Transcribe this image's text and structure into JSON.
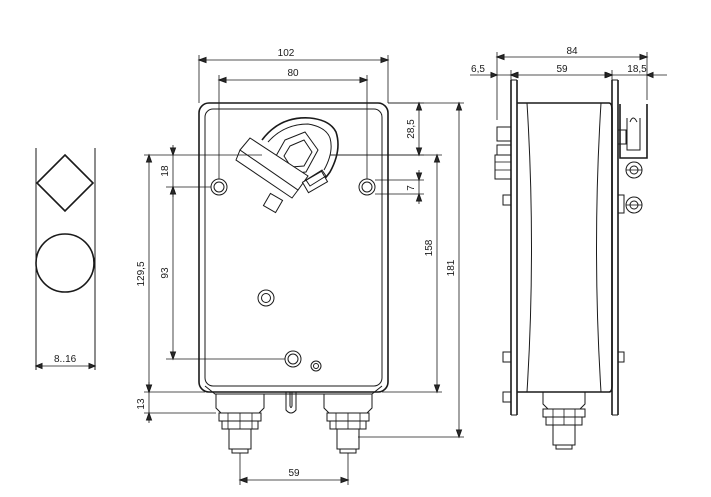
{
  "drawing": {
    "dimensions": {
      "width_102": "102",
      "holes_80": "80",
      "side_84": "84",
      "side_6_5": "6,5",
      "side_59": "59",
      "side_18_5": "18,5",
      "top_28_5": "28,5",
      "hole_7": "7",
      "top_18": "18",
      "height_158": "158",
      "height_181": "181",
      "left_129_5": "129,5",
      "left_93": "93",
      "bottom_13": "13",
      "glands_59": "59",
      "shaft_range": "8..16"
    }
  }
}
